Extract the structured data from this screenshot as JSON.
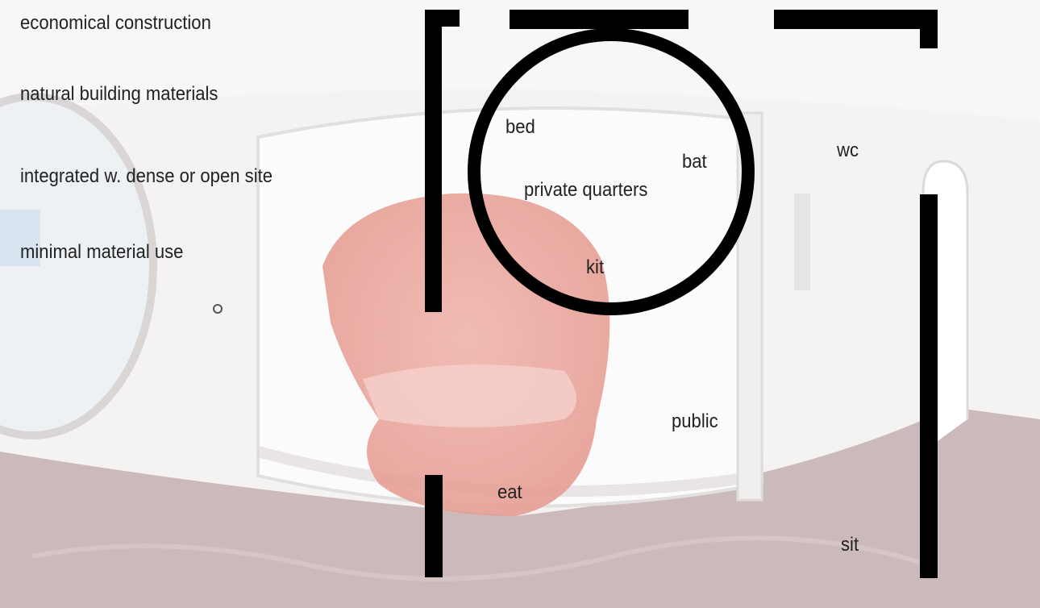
{
  "principles": [
    "economical construction",
    "natural building materials",
    "integrated w. dense or open site",
    "minimal material use"
  ],
  "zones": {
    "bed": "bed",
    "bath": "bat",
    "private": "private quarters",
    "kitchen": "kit",
    "wc": "wc",
    "public": "public",
    "eat": "eat",
    "sit": "sit"
  },
  "colors": {
    "wall": "#f4f2f1",
    "floor": "#c9b9b8",
    "seating": "#e8a79f",
    "ink": "#000000",
    "text": "#222222"
  }
}
